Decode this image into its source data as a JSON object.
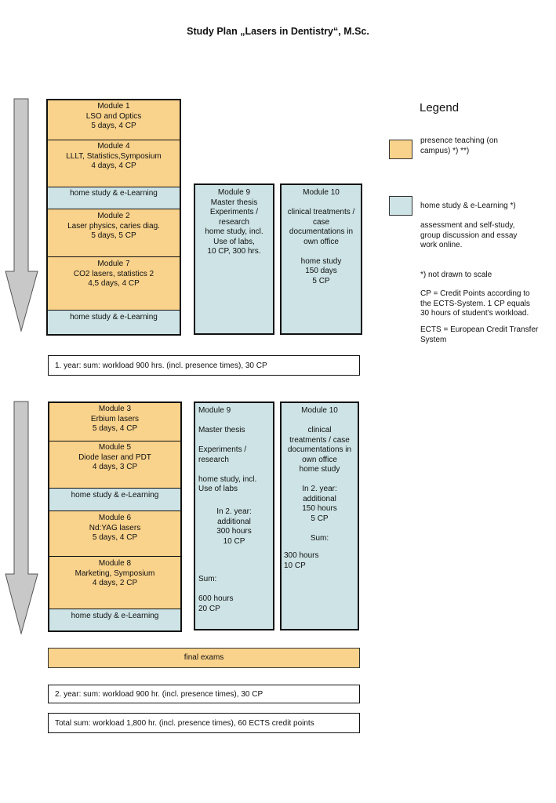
{
  "title": "Study Plan „Lasers in Dentistry“, M.Sc.",
  "year1": {
    "left_column": [
      {
        "type": "presence",
        "text": "Module 1\nLSO and Optics\n5 days, 4 CP"
      },
      {
        "type": "presence",
        "text": "Module 4\nLLLT, Statistics,Symposium\n4 days, 4 CP"
      },
      {
        "type": "home",
        "text": "home study & e-Learning"
      },
      {
        "type": "presence",
        "text": "Module 2\nLaser physics, caries diag.\n5 days, 5 CP"
      },
      {
        "type": "presence",
        "text": "Module 7\nCO2 lasers, statistics 2\n4,5 days, 4 CP"
      },
      {
        "type": "home",
        "text": "home study & e-Learning"
      }
    ],
    "module9": "Module 9\nMaster thesis\nExperiments /\nresearch\nhome study, incl.\nUse of labs,\n10 CP, 300 hrs.",
    "module10": "Module 10\n\nclinical treatments /\ncase\ndocumentations in\nown office\n\nhome study\n150 days\n5 CP",
    "summary": "1. year: sum: workload 900 hrs. (incl. presence times), 30 CP"
  },
  "year2": {
    "left_column": [
      {
        "type": "presence",
        "text": "Module 3\nErbium lasers\n5 days, 4 CP"
      },
      {
        "type": "presence",
        "text": "Module 5\nDiode laser and PDT\n4 days, 3 CP"
      },
      {
        "type": "home",
        "text": "home study & e-Learning"
      },
      {
        "type": "presence",
        "text": "Module 6\nNd:YAG lasers\n5 days, 4 CP"
      },
      {
        "type": "presence",
        "text": "Module 8\nMarketing, Symposium\n4 days, 2 CP"
      },
      {
        "type": "home",
        "text": "home study & e-Learning"
      }
    ],
    "module9": "Module 9\n\nMaster thesis\n\nExperiments /\nresearch\n\nhome study, incl.\nUse of labs",
    "module9_mid": "In 2. year:\nadditional\n300 hours\n10 CP",
    "module9_sum": "Sum:\n\n600 hours\n20 CP",
    "module10": "Module 10\n\nclinical\ntreatments / case\ndocumentations in\nown office\nhome study\n\nIn 2. year:\nadditional\n150 hours\n5 CP\n\nSum:",
    "module10_sum": "300 hours\n10 CP",
    "final_exams": "final exams",
    "summary": "2. year: sum: workload 900 hr. (incl. presence times), 30 CP"
  },
  "total_summary": "Total sum: workload 1,800 hr. (incl. presence times), 60 ECTS credit points",
  "legend": {
    "title": "Legend",
    "presence_label": "presence teaching (on\ncampus) *) **)",
    "home_label": "home study & e-Learning *)",
    "home_desc": "assessment and self-study,\ngroup discussion and essay\nwork online.",
    "not_to_scale": "*) not drawn to scale",
    "cp_note": "CP = Credit Points according to\nthe ECTS-System. 1 CP equals\n30 hours of  student’s workload.",
    "ects_note": "ECTS = European Credit Transfer\nSystem"
  },
  "colors": {
    "presence": "#f9d28b",
    "home": "#cde3e5",
    "arrow": "#c8c8c8"
  }
}
